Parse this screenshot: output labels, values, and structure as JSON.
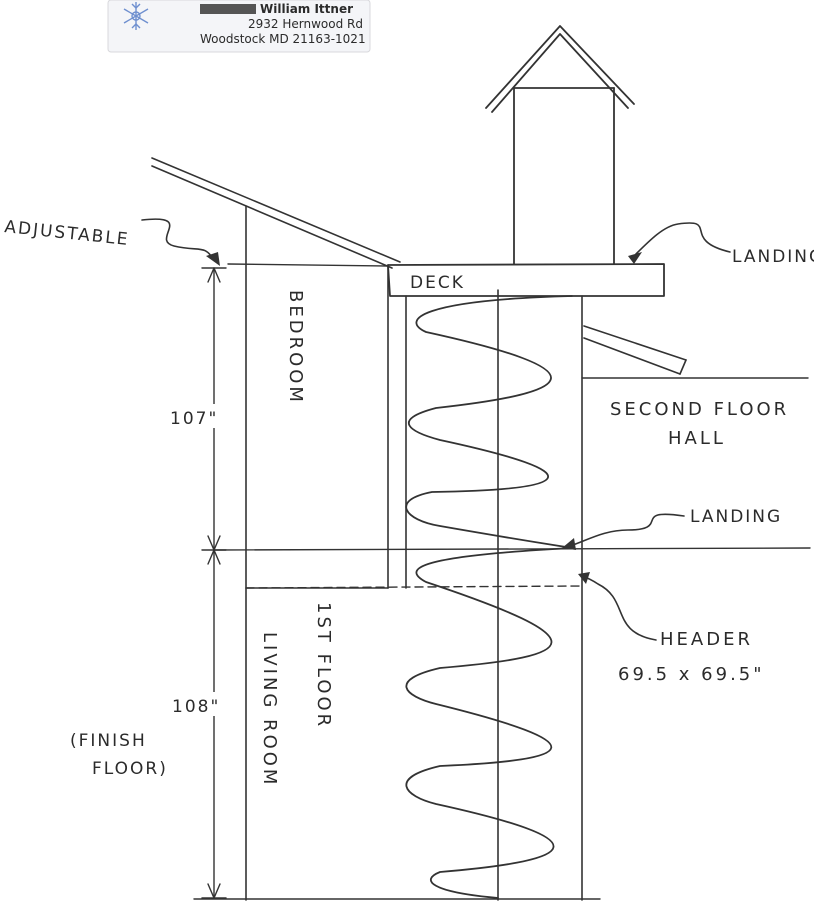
{
  "address_label": {
    "name": "William Ittner",
    "street": "2932 Hernwood Rd",
    "city": "Woodstock MD 21163-1021",
    "icon": "snowflake-icon"
  },
  "labels": {
    "adjustable": "ADJUSTABLE",
    "landing_top": "LANDING",
    "deck": "DECK",
    "bedroom": "BEDROOM",
    "second_floor_1": "SECOND FLOOR",
    "second_floor_2": "HALL",
    "landing_mid": "LANDING",
    "header_1": "HEADER",
    "header_2": "69.5 x 69.5\"",
    "first_floor_1": "1ST FLOOR",
    "first_floor_2": "LIVING ROOM",
    "finish_1": "(FINISH",
    "finish_2": "FLOOR)",
    "dim_upper": "107\"",
    "dim_lower": "108\""
  },
  "colors": {
    "pencil": "#333333",
    "label_bg": "#f4f5f8"
  }
}
